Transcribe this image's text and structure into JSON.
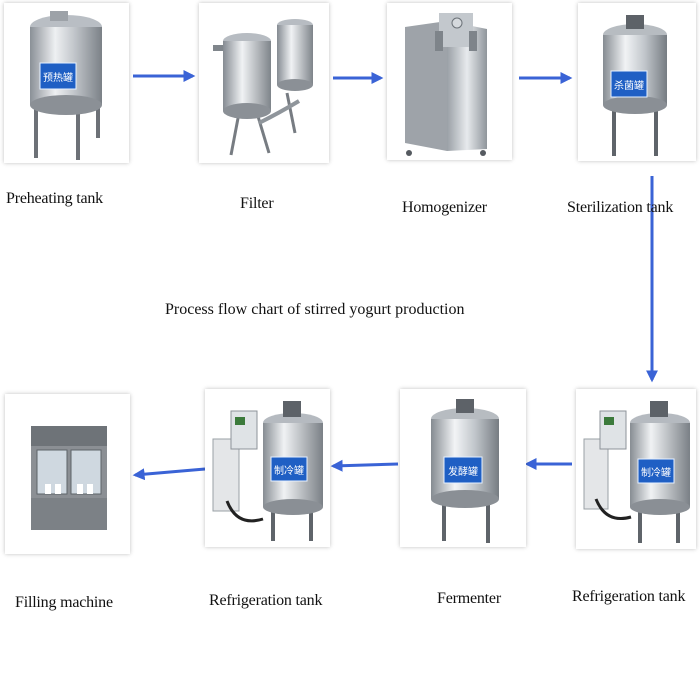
{
  "title": "Process flow chart of stirred yogurt production",
  "steps": [
    {
      "label": "Preheating tank",
      "tank_text": "预热罐"
    },
    {
      "label": "Filter"
    },
    {
      "label": "Homogenizer"
    },
    {
      "label": "Sterilization tank",
      "tank_text": "杀菌罐"
    },
    {
      "label": "Refrigeration tank",
      "tank_text": "制冷罐"
    },
    {
      "label": "Fermenter",
      "tank_text": "发酵罐"
    },
    {
      "label": "Refrigeration tank",
      "tank_text": "制冷罐"
    },
    {
      "label": "Filling machine"
    }
  ],
  "colors": {
    "arrow": "#3a63d6",
    "badge": "#1f5fc4",
    "steel": "#c9cdd2"
  }
}
